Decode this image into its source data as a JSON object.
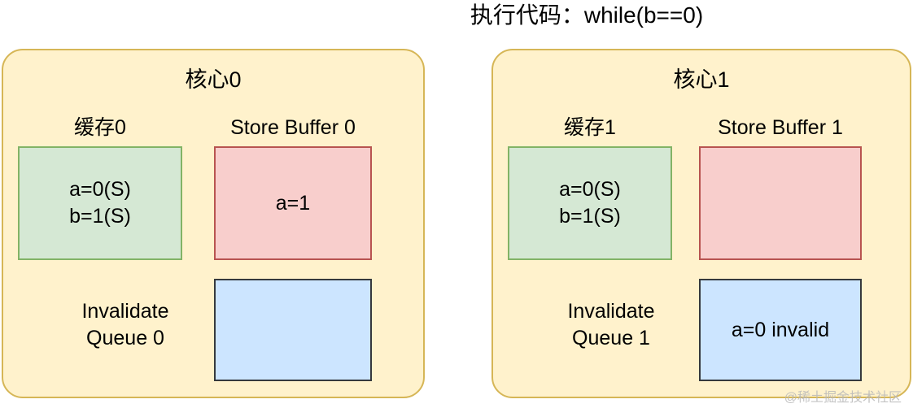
{
  "title": "执行代码：while(b==0)",
  "watermark": "@稀土掘金技术社区",
  "colors": {
    "panel_fill": "#fff2cc",
    "panel_border": "#d6b656",
    "cache_fill": "#d5e8d4",
    "cache_border": "#82b366",
    "store_fill": "#f8cecc",
    "store_border": "#b85450",
    "queue_fill": "#cce5ff",
    "queue_border": "#36393d",
    "text": "#000000",
    "background": "#ffffff"
  },
  "cores": [
    {
      "id": "core0",
      "title": "核心0",
      "cache": {
        "label": "缓存0",
        "lines": [
          "a=0(S)",
          "b=1(S)"
        ]
      },
      "store_buffer": {
        "label": "Store Buffer 0",
        "lines": [
          "a=1"
        ]
      },
      "invalidate_queue": {
        "label_line1": "Invalidate",
        "label_line2": "Queue 0",
        "lines": []
      }
    },
    {
      "id": "core1",
      "title": "核心1",
      "cache": {
        "label": "缓存1",
        "lines": [
          "a=0(S)",
          "b=1(S)"
        ]
      },
      "store_buffer": {
        "label": "Store Buffer 1",
        "lines": []
      },
      "invalidate_queue": {
        "label_line1": "Invalidate",
        "label_line2": "Queue 1",
        "lines": [
          "a=0 invalid"
        ]
      }
    }
  ]
}
